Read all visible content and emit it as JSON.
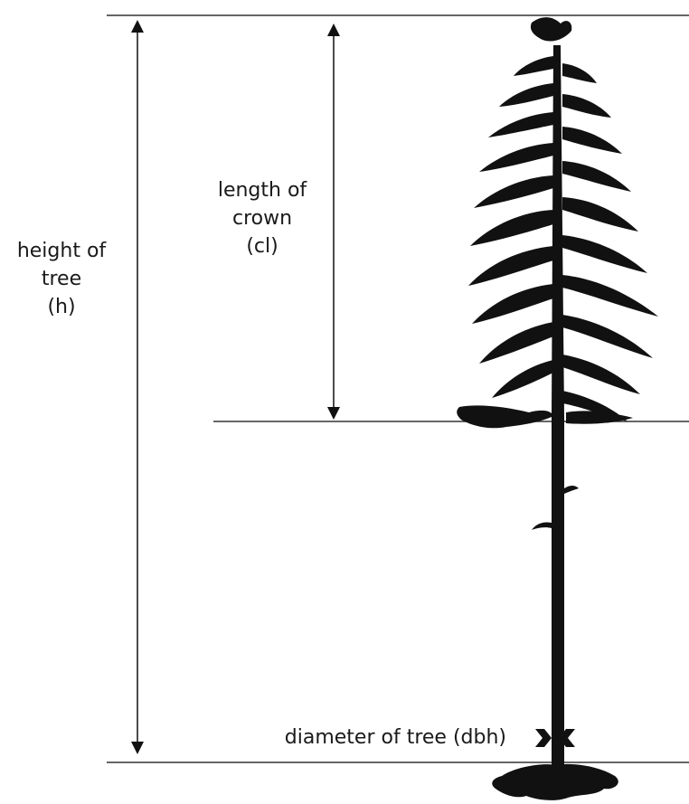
{
  "labels": {
    "height": [
      "height of",
      "tree",
      "(h)"
    ],
    "crown": [
      "length of",
      "crown",
      "(cl)"
    ],
    "diameter": "diameter of tree (dbh)"
  },
  "colors": {
    "ink": "#111111",
    "line": "#333333",
    "background": "#ffffff"
  }
}
